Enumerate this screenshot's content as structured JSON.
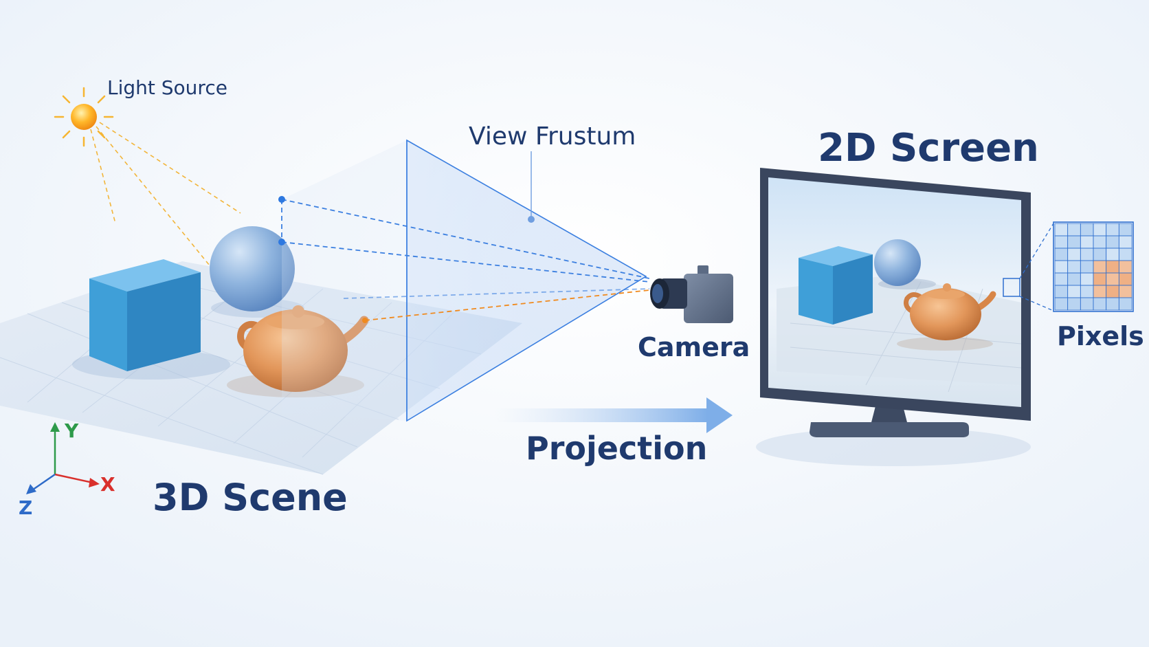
{
  "labels": {
    "light_source": "Light Source",
    "view_frustum": "View Frustum",
    "screen_title": "2D Screen",
    "camera": "Camera",
    "pixels": "Pixels",
    "projection": "Projection",
    "scene_title": "3D Scene",
    "axis_x": "X",
    "axis_y": "Y",
    "axis_z": "Z"
  },
  "icons": [
    "sun-icon",
    "camera-icon",
    "monitor-icon",
    "cube-icon",
    "sphere-icon",
    "teapot-icon",
    "pixel-grid-icon",
    "axes-icon",
    "arrow-right-icon"
  ],
  "colors": {
    "title_text": "#1f3a6e",
    "cube": "#3f9fd8",
    "sphere": "#8fb4de",
    "teapot": "#e2965a",
    "frustum": "#3b7fe0",
    "light_rays": "#f2b53a",
    "ray_highlight": "#f08a1e",
    "axis_x": "#d9302c",
    "axis_y": "#2e9a4a",
    "axis_z": "#2e6bc8",
    "pixel_orange": "#e9965c",
    "pixel_blue": "#7fb1e6"
  }
}
